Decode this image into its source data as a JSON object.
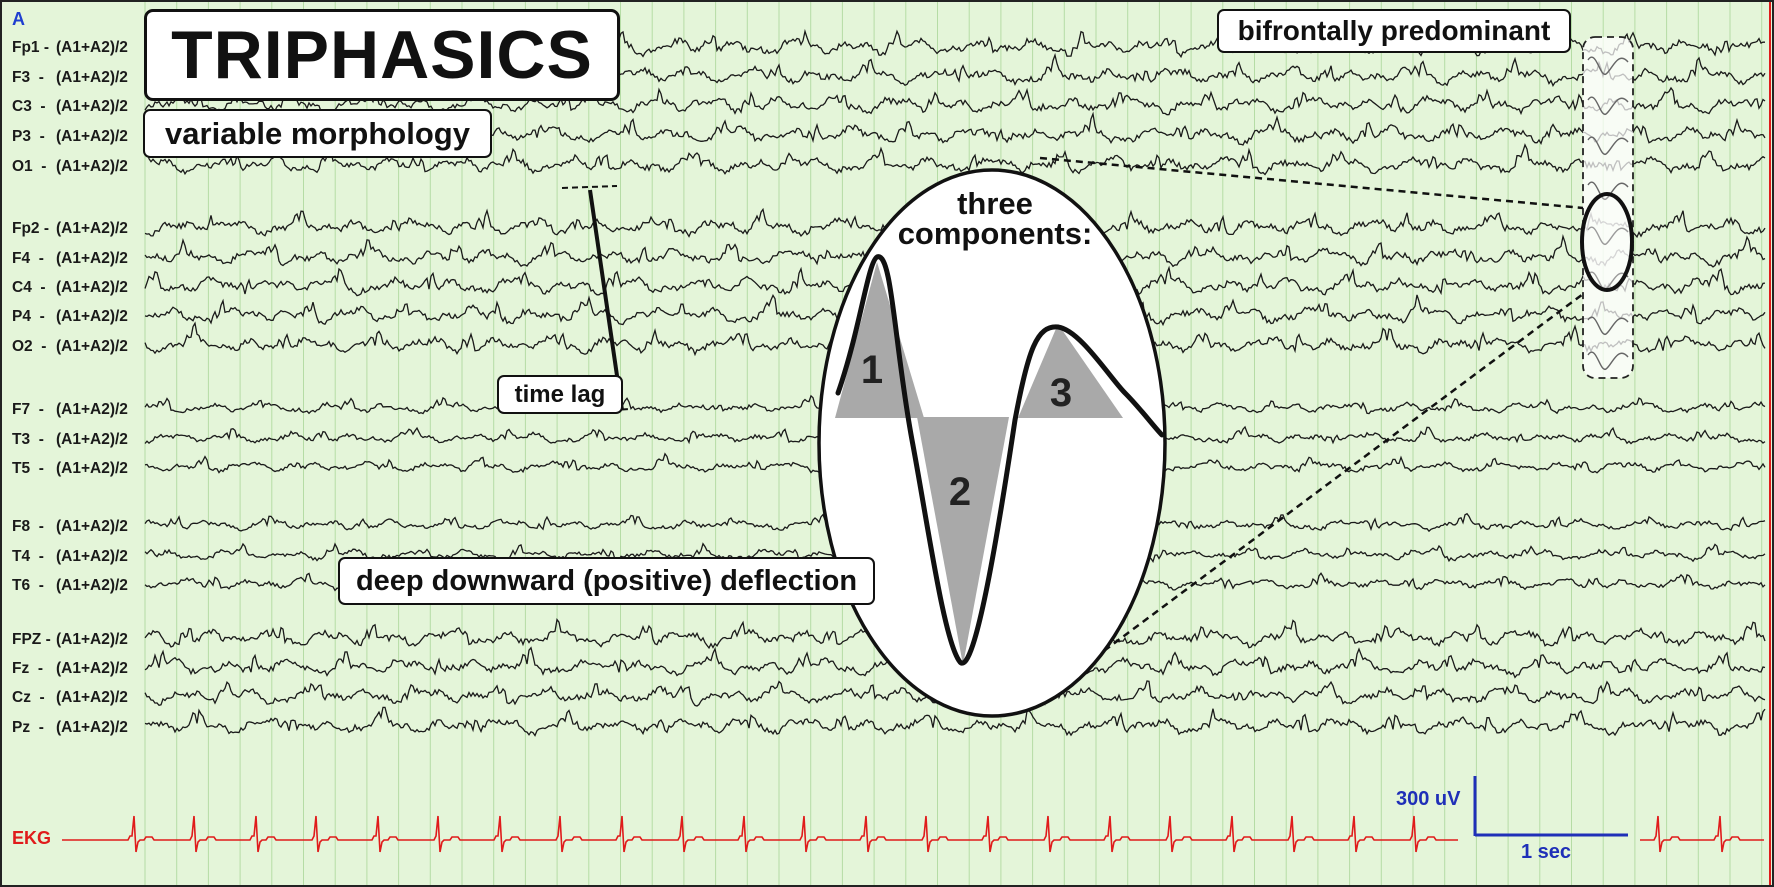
{
  "panel_letter": "A",
  "title": "TRIPHASICS",
  "labels": {
    "variable_morphology": "variable morphology",
    "bifrontally_predominant": "bifrontally predominant",
    "time_lag": "time lag",
    "deep_deflection": "deep downward (positive) deflection",
    "three_components_line1": "three",
    "three_components_line2": "components:",
    "component_1": "1",
    "component_2": "2",
    "component_3": "3"
  },
  "channels": [
    {
      "name": "Fp1 -",
      "ref": "(A1+A2)/2"
    },
    {
      "name": "F3  -",
      "ref": "(A1+A2)/2"
    },
    {
      "name": "C3  -",
      "ref": "(A1+A2)/2"
    },
    {
      "name": "P3  -",
      "ref": "(A1+A2)/2"
    },
    {
      "name": "O1  -",
      "ref": "(A1+A2)/2"
    },
    {
      "name": "Fp2 -",
      "ref": "(A1+A2)/2"
    },
    {
      "name": "F4  -",
      "ref": "(A1+A2)/2"
    },
    {
      "name": "C4  -",
      "ref": "(A1+A2)/2"
    },
    {
      "name": "P4  -",
      "ref": "(A1+A2)/2"
    },
    {
      "name": "O2  -",
      "ref": "(A1+A2)/2"
    },
    {
      "name": "F7  -",
      "ref": "(A1+A2)/2"
    },
    {
      "name": "T3  -",
      "ref": "(A1+A2)/2"
    },
    {
      "name": "T5  -",
      "ref": "(A1+A2)/2"
    },
    {
      "name": "F8  -",
      "ref": "(A1+A2)/2"
    },
    {
      "name": "T4  -",
      "ref": "(A1+A2)/2"
    },
    {
      "name": "T6  -",
      "ref": "(A1+A2)/2"
    },
    {
      "name": "FPZ -",
      "ref": "(A1+A2)/2"
    },
    {
      "name": "Fz  -",
      "ref": "(A1+A2)/2"
    },
    {
      "name": "Cz  -",
      "ref": "(A1+A2)/2"
    },
    {
      "name": "Pz  -",
      "ref": "(A1+A2)/2"
    }
  ],
  "ekg_label": "EKG",
  "scale": {
    "amplitude": "300 uV",
    "time": "1 sec"
  },
  "colors": {
    "background": "#e4f5d9",
    "grid": "#b5dca5",
    "trace": "#1a1a1a",
    "ekg": "#e01b1b",
    "scale_bar": "#1f2fb8",
    "panel_letter": "#1f3fd0",
    "component_fill": "#a9a9a9"
  }
}
